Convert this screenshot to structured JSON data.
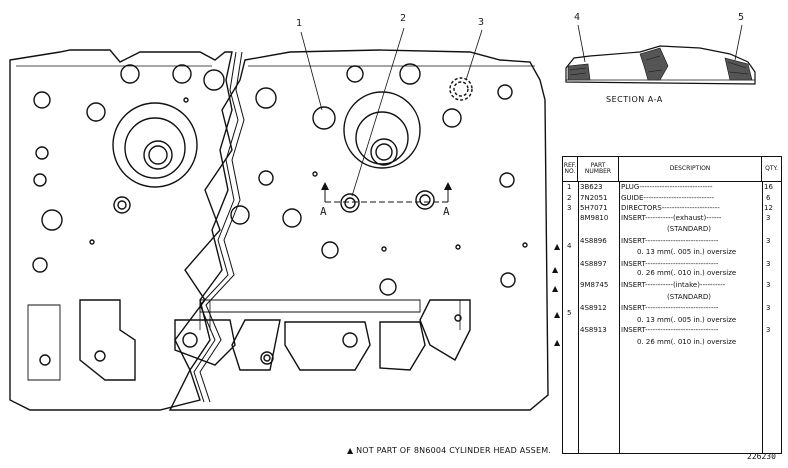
{
  "callouts": [
    "1",
    "2",
    "3",
    "4",
    "5"
  ],
  "section_marker_letter": "A",
  "section_caption": "SECTION A-A",
  "table": {
    "headers": {
      "ref": "REF.\nNO.",
      "part": "PART\nNUMBER",
      "desc": "DESCRIPTION",
      "qty": "QTY."
    },
    "rows": [
      {
        "ref": "1",
        "part": "3B623",
        "desc": "PLUG-----------------------------",
        "qty": "16"
      },
      {
        "ref": "2",
        "part": "7N2051",
        "desc": "GUIDE----------------------------",
        "qty": "6"
      },
      {
        "ref": "3",
        "part": "5H7071",
        "desc": "DIRECTORS-----------------------",
        "qty": "12"
      },
      {
        "ref": "",
        "part": "8M9810",
        "desc": "INSERT-----------(exhaust)------",
        "qty": "3"
      },
      {
        "ref": "",
        "part": "",
        "desc": "(STANDARD)",
        "qty": ""
      },
      {
        "ref": "4",
        "part": "4S8896",
        "desc": "INSERT-----------------------------",
        "qty": "3"
      },
      {
        "ref": "",
        "part": "",
        "desc": "0. 13 mm(. 005 in.) oversize",
        "qty": ""
      },
      {
        "ref": "",
        "part": "4S8897",
        "desc": "INSERT-----------------------------",
        "qty": "3"
      },
      {
        "ref": "",
        "part": "",
        "desc": "0. 26 mm(. 010 in.) oversize",
        "qty": ""
      },
      {
        "ref": "",
        "part": "9M8745",
        "desc": "INSERT-----------(intake)----------",
        "qty": "3"
      },
      {
        "ref": "",
        "part": "",
        "desc": "(STANDARD)",
        "qty": ""
      },
      {
        "ref": "5",
        "part": "4S8912",
        "desc": "INSERT-----------------------------",
        "qty": "3"
      },
      {
        "ref": "",
        "part": "",
        "desc": "0. 13 mm(. 005 in.) oversize",
        "qty": ""
      },
      {
        "ref": "",
        "part": "4S8913",
        "desc": "INSERT-----------------------------",
        "qty": "3"
      },
      {
        "ref": "",
        "part": "",
        "desc": "0. 26 mm(. 010 in.) oversize",
        "qty": ""
      }
    ],
    "triangle_symbol": "▲"
  },
  "footnote": "▲ NOT PART OF 8N6004 CYLINDER HEAD ASSEM.",
  "drawing_number": "226230"
}
